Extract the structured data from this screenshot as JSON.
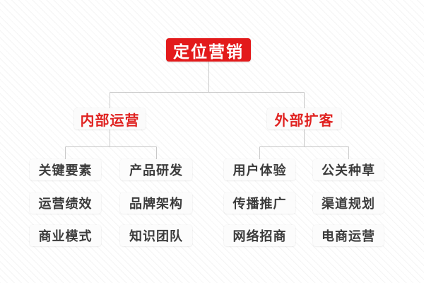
{
  "diagram": {
    "type": "mindmap-tree",
    "root": {
      "label": "定位营销"
    },
    "branches": [
      {
        "label": "内部运营",
        "children": [
          "关键要素",
          "产品研发",
          "运营绩效",
          "品牌架构",
          "商业模式",
          "知识团队"
        ]
      },
      {
        "label": "外部扩客",
        "children": [
          "用户体验",
          "公关种草",
          "传播推广",
          "渠道规划",
          "网络招商",
          "电商运营"
        ]
      }
    ],
    "colors": {
      "root_bg": "#e31a1b",
      "root_text": "#ffffff",
      "branch_text": "#e02220",
      "leaf_text": "#3b3b3b",
      "node_bg": "#fcfcfc",
      "connector": "#c9c9c9",
      "background_stripe": "#f4f4f4"
    }
  }
}
